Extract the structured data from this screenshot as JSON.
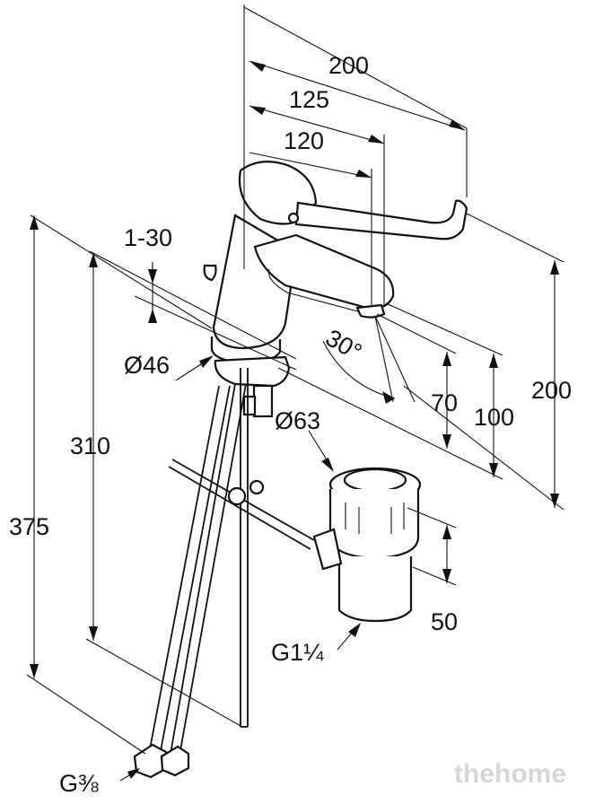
{
  "dimensions": {
    "width_overall": "200",
    "spout_reach_125": "125",
    "spout_reach_120": "120",
    "deck_thickness": "1-30",
    "base_diameter": "Ø46",
    "spout_angle": "30°",
    "spout_height_70": "70",
    "spout_height_100": "100",
    "height_overall": "200",
    "waste_diameter": "Ø63",
    "pipe_length_310": "310",
    "pipe_length_375": "375",
    "waste_height": "50",
    "waste_thread": "G1¼",
    "hose_thread": "G⅜"
  },
  "watermark": "thehome"
}
